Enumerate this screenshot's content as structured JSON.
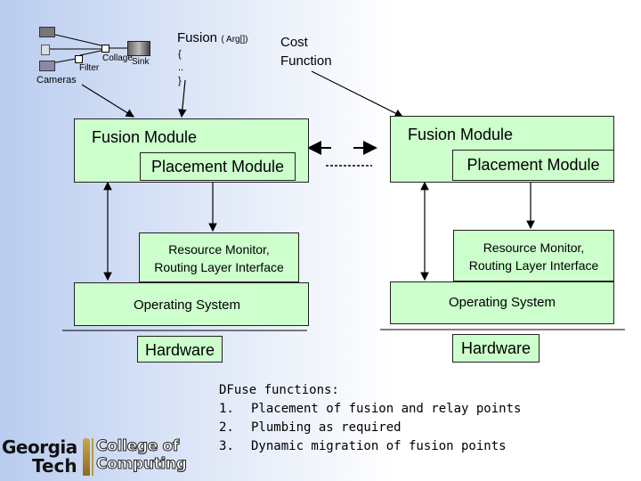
{
  "top": {
    "fusion_label": "Fusion",
    "fusion_args": "( Arg[]) ",
    "code_open": "{",
    "code_dots": "..",
    "code_close": "}",
    "cost_function": "Cost\nFunction",
    "collage_label": "Collage",
    "sink_label": "Sink",
    "filter_label": "Filter",
    "cameras_label": "Cameras"
  },
  "left_stack": {
    "fusion_module": "Fusion Module",
    "placement_module": "Placement Module",
    "resource_monitor": "Resource Monitor,\nRouting Layer Interface",
    "operating_system": "Operating System",
    "hardware": "Hardware"
  },
  "right_stack": {
    "fusion_module": "Fusion Module",
    "placement_module": "Placement Module",
    "resource_monitor": "Resource Monitor,\nRouting Layer Interface",
    "operating_system": "Operating System",
    "hardware": "Hardware"
  },
  "dfuse": {
    "heading": "DFuse functions:",
    "items": [
      {
        "num": "1.",
        "text": "Placement of fusion and relay points"
      },
      {
        "num": "2.",
        "text": "Plumbing as required"
      },
      {
        "num": "3.",
        "text": "Dynamic migration of fusion points"
      }
    ]
  },
  "logo": {
    "line1": "Georgia",
    "line2": "Tech",
    "college1": "College of",
    "college2": "Computing"
  },
  "colors": {
    "module_fill": "#ccffcc",
    "background_left": "#b9ccef",
    "background_right": "#ffffff"
  }
}
